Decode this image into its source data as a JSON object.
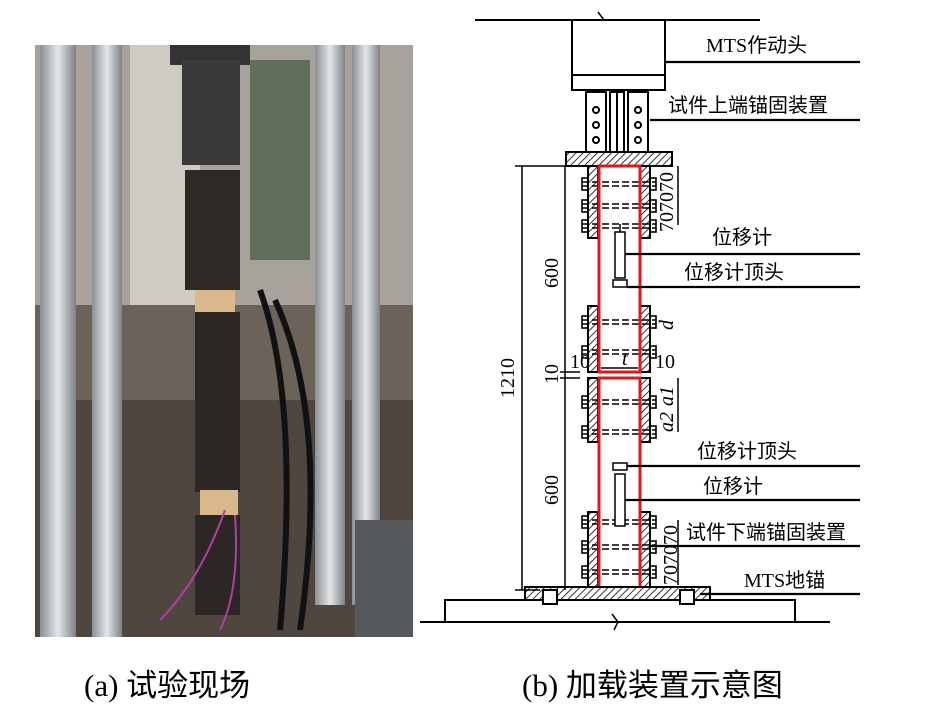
{
  "photo": {
    "caption": "(a)  试验现场"
  },
  "diagram": {
    "caption": "(b)  加载装置示意图",
    "labels": {
      "actuator": "MTS作动头",
      "upper_anchor": "试件上端锚固装置",
      "lvdt_upper": "位移计",
      "lvdt_tip_upper": "位移计顶头",
      "lvdt_tip_lower": "位移计顶头",
      "lvdt_lower": "位移计",
      "lower_anchor": "试件下端锚固装置",
      "ground_anchor": "MTS地锚"
    },
    "dimensions": {
      "total": "1210",
      "upper": "600",
      "lower": "600",
      "gap": "10",
      "left_clear": "10",
      "right_clear": "10",
      "thickness": "t",
      "diameter": "d",
      "a1": "a1",
      "a2": "a2",
      "bolt_spacing_upper": "707070",
      "bolt_spacing_lower": "707070"
    },
    "colors": {
      "specimen": "#e0161b"
    }
  }
}
